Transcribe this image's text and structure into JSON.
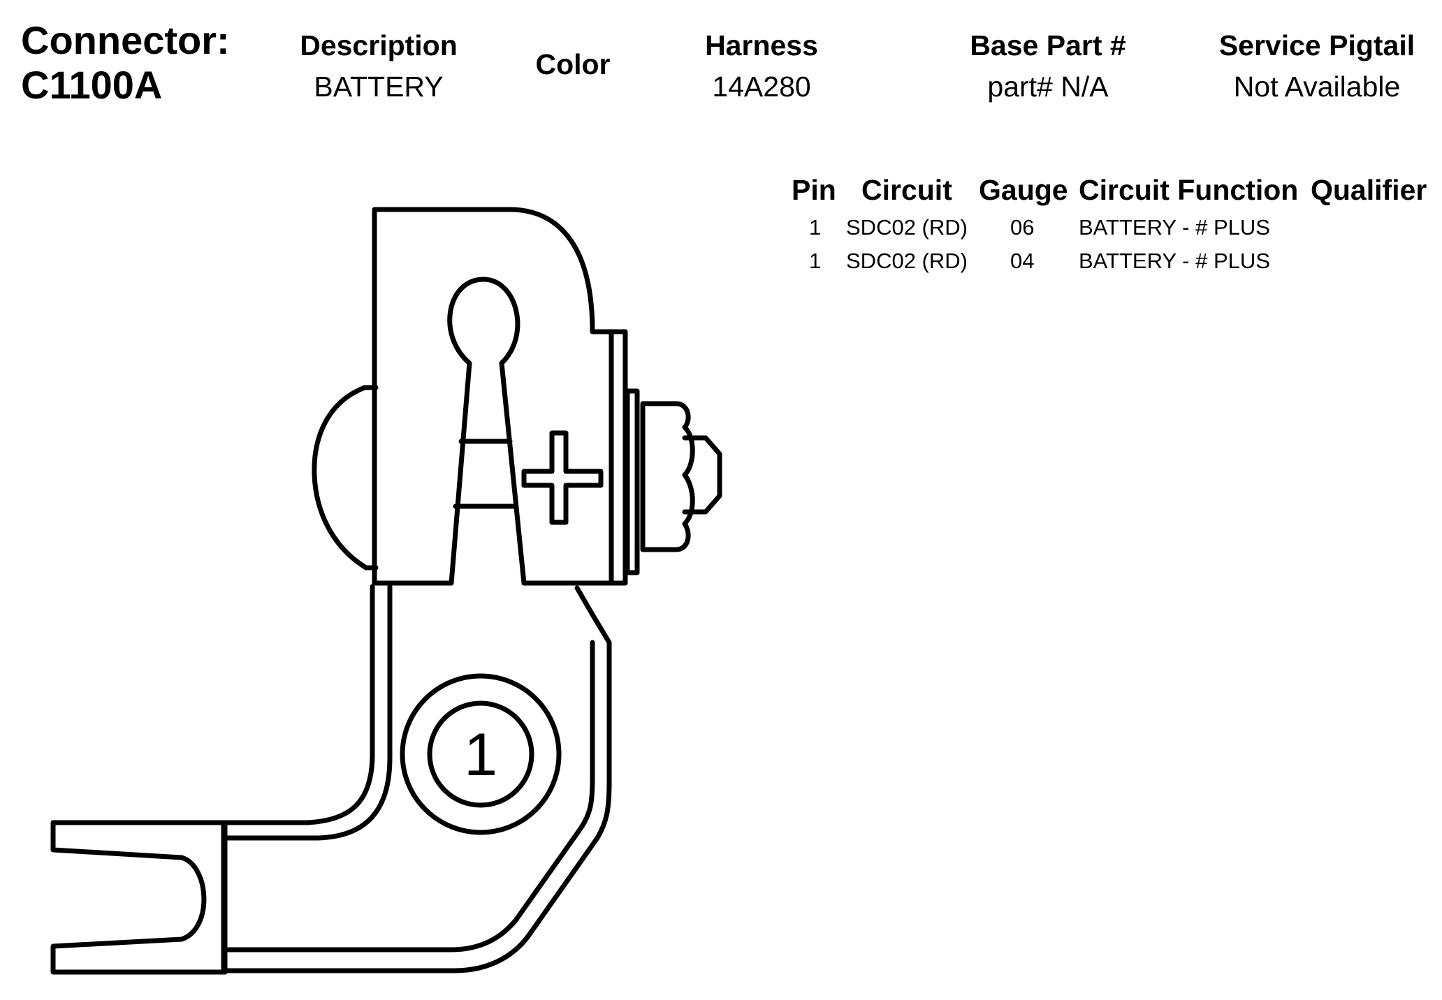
{
  "connector": {
    "label": "Connector:",
    "id": "C1100A"
  },
  "header": {
    "description": {
      "label": "Description",
      "value": "BATTERY"
    },
    "color": {
      "label": "Color"
    },
    "harness": {
      "label": "Harness",
      "value": "14A280"
    },
    "base_part": {
      "label": "Base Part #",
      "value": "part# N/A"
    },
    "service_pigtail": {
      "label": "Service Pigtail",
      "value": "Not Available"
    }
  },
  "pin_table": {
    "columns": [
      "Pin",
      "Circuit",
      "Gauge",
      "Circuit Function",
      "Qualifier"
    ],
    "rows": [
      {
        "pin": "1",
        "circuit": "SDC02 (RD)",
        "gauge": "06",
        "function": "BATTERY - # PLUS",
        "qualifier": ""
      },
      {
        "pin": "1",
        "circuit": "SDC02 (RD)",
        "gauge": "04",
        "function": "BATTERY - # PLUS",
        "qualifier": ""
      }
    ]
  },
  "drawing": {
    "pin_number": "1"
  }
}
